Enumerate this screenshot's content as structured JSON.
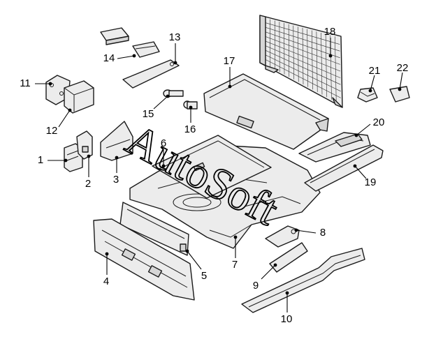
{
  "diagram": {
    "callouts": [
      {
        "id": "1",
        "label": "1"
      },
      {
        "id": "2",
        "label": "2"
      },
      {
        "id": "3",
        "label": "3"
      },
      {
        "id": "4",
        "label": "4"
      },
      {
        "id": "5",
        "label": "5"
      },
      {
        "id": "6",
        "label": "6"
      },
      {
        "id": "7",
        "label": "7"
      },
      {
        "id": "8",
        "label": "8"
      },
      {
        "id": "9",
        "label": "9"
      },
      {
        "id": "10",
        "label": "10"
      },
      {
        "id": "11",
        "label": "11"
      },
      {
        "id": "12",
        "label": "12"
      },
      {
        "id": "13",
        "label": "13"
      },
      {
        "id": "14",
        "label": "14"
      },
      {
        "id": "15",
        "label": "15"
      },
      {
        "id": "16",
        "label": "16"
      },
      {
        "id": "17",
        "label": "17"
      },
      {
        "id": "18",
        "label": "18"
      },
      {
        "id": "19",
        "label": "19"
      },
      {
        "id": "20",
        "label": "20"
      },
      {
        "id": "21",
        "label": "21"
      },
      {
        "id": "22",
        "label": "22"
      }
    ],
    "watermark": "AutoSoft"
  }
}
